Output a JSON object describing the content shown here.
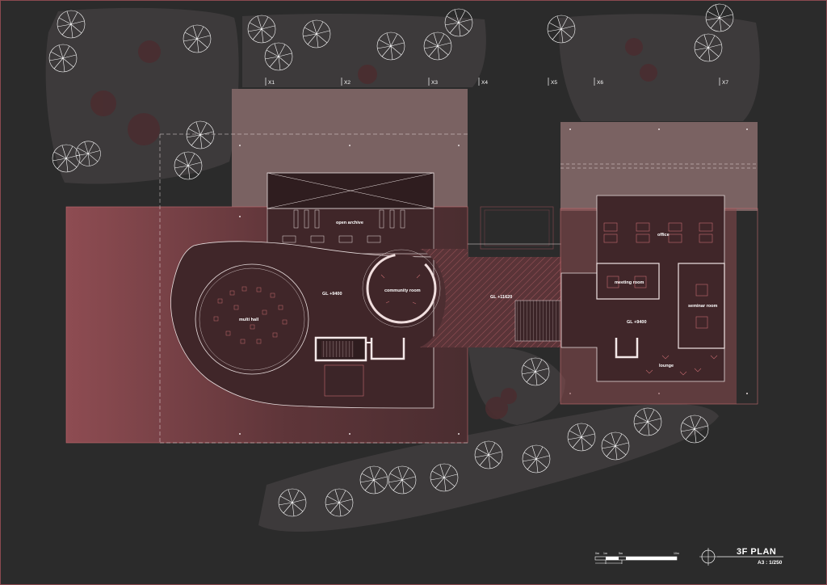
{
  "plan": {
    "title": "3F PLAN",
    "scale_text": "A3 : 1/250",
    "scalebar_ticks": [
      "0m",
      "1m",
      "5m",
      "10m"
    ]
  },
  "grid_labels": [
    "X1",
    "X2",
    "X3",
    "X4",
    "X5",
    "X6",
    "X7"
  ],
  "levels": {
    "west": "GL +9400",
    "bridge": "GL +11620",
    "east": "GL +9400"
  },
  "rooms": {
    "open_archive": "open archive",
    "community_room": "community room",
    "multi_hall": "multi hall",
    "office": "office",
    "meeting_room": "meeting room",
    "seminar_room": "seminar room",
    "lounge": "lounge"
  },
  "colors": {
    "background": "#2b2b2b",
    "landscape": "#3d3a3b",
    "roof_pink": "#7a6262",
    "floor_red": "#8a4a4f",
    "interior": "#402629",
    "line": "#e8dede",
    "accent": "#c46a6f"
  }
}
